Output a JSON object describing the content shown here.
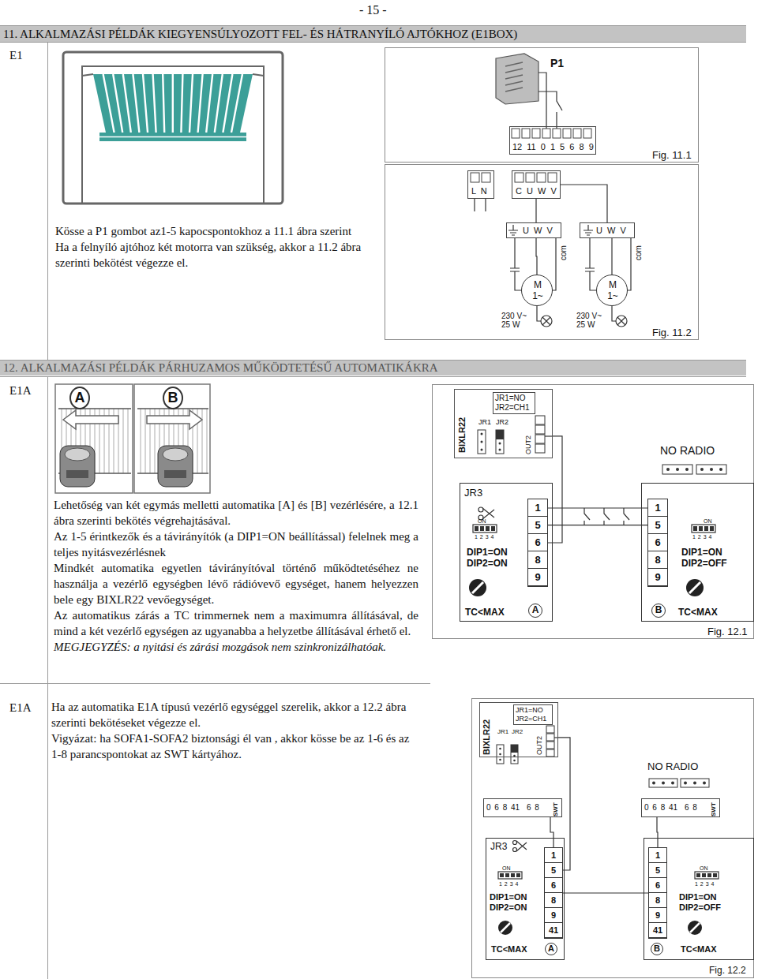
{
  "diagram": {
    "nodes": [
      {
        "text": [
          "11. ALKALMAZÁSI PÉLDÁK KIEGYENSÚLYOZOTT FEL- ÉS HÁTRANYÍLÓ AJTÓKHOZ (E1BOX)"
        ]
      },
      {
        "text": [
          "Fig. 11.1"
        ]
      },
      {
        "text": [
          "12 11 0 1 5 6 8 9"
        ],
        "in": 1
      },
      {
        "text": [
          "Fig. 11.2"
        ]
      },
      {
        "text": [
          "L N"
        ],
        "in": 3
      },
      {
        "text": [
          "C U W V"
        ],
        "in": 3
      },
      {
        "text": [
          "U W V"
        ],
        "in": 3
      },
      {
        "text": [
          "M 1~"
        ],
        "in": 3
      },
      {
        "text": [
          "U W V"
        ],
        "in": 3
      },
      {
        "text": [
          "M 1~"
        ],
        "in": 3
      },
      {
        "text": [
          "12. ALKALMAZÁSI PÉLDÁK PÁRHUZAMOS MŰKÖDTETÉSŰ AUTOMATIKÁKRA"
        ]
      },
      {
        "text": [
          "A"
        ]
      },
      {
        "text": [
          "B"
        ]
      },
      {
        "text": [
          "Fig. 12.1"
        ]
      },
      {
        "text": [
          "BIXLR22",
          "JR1=NO JR2=CH1",
          "JR1",
          "JR2",
          "OUT2"
        ],
        "in": 13
      },
      {
        "text": [
          "JR3",
          "ON",
          "1 2 3 4",
          "DIP1=ON DIP2=ON",
          "TC<MAX",
          "A"
        ],
        "in": 13
      },
      {
        "text": [
          "1 5 6 8 9"
        ],
        "in": 15
      },
      {
        "text": [
          "ON",
          "1 2 3 4",
          "DIP1=ON DIP2=OFF",
          "TC<MAX",
          "B"
        ],
        "in": 13
      },
      {
        "text": [
          "1 5 6 8 9"
        ],
        "in": 17
      },
      {
        "text": [
          "Fig. 12.2"
        ]
      },
      {
        "text": [
          "BIXLR22",
          "JR1=NO JR2=CH1",
          "JR1",
          "JR2",
          "OUT2"
        ],
        "in": 19
      },
      {
        "text": [
          "0 6 8 41",
          "6 8",
          "SWT"
        ],
        "in": 19
      },
      {
        "text": [
          "0 6 8 41",
          "6 8",
          "SWT"
        ],
        "in": 19
      },
      {
        "text": [
          "JR3",
          "ON",
          "1 2 3 4",
          "DIP1=ON DIP2=ON",
          "TC<MAX",
          "A"
        ],
        "in": 19
      },
      {
        "text": [
          "1 5 6 8 9 41"
        ],
        "in": 23
      },
      {
        "text": [
          "ON",
          "1 2 3 4",
          "DIP1=ON DIP2=OFF",
          "TC<MAX",
          "B"
        ],
        "in": 19
      },
      {
        "text": [
          "1 5 6 8 9 41"
        ],
        "in": 25
      }
    ],
    "edges": [
      {
        "from": 5,
        "to": 6,
        "arrow": "none"
      },
      {
        "from": 5,
        "to": 8,
        "arrow": "none"
      },
      {
        "from": 6,
        "to": 7,
        "arrow": "none"
      },
      {
        "from": 8,
        "to": 9,
        "arrow": "none"
      },
      {
        "from": 14,
        "to": 16,
        "arrow": "none"
      },
      {
        "from": 16,
        "to": 18,
        "arrow": "none"
      },
      {
        "from": 16,
        "to": 18,
        "arrow": "none"
      },
      {
        "from": 20,
        "to": 24,
        "arrow": "none"
      },
      {
        "from": 21,
        "to": 24,
        "arrow": "none"
      },
      {
        "from": 22,
        "to": 26,
        "arrow": "none"
      },
      {
        "from": 24,
        "to": 26,
        "arrow": "none"
      }
    ],
    "labels": [
      "- 15 -",
      "E1",
      "Kösse a P1 gombot az1-5 kapocspontokhoz a 11.1 ábra szerint",
      "Ha a felnyíló ajtóhoz két motorra van szükség, akkor a 11.2 ábra szerinti bekötést végezze el.",
      "P1",
      "com",
      "com",
      "230 V~ 25 W",
      "230 V~ 25 W",
      "E1A",
      "Lehetőség van két egymás melletti automatika [A] és [B] vezérlésére, a 12.1 ábra szerinti bekötés végrehajtásával.",
      "Az 1-5 érintkezők és a távirányítók (a DIP1=ON beállítással) felelnek meg a teljes nyitásvezérlésnek",
      "Mindkét automatika egyetlen távirányítóval történő működtetéséhez ne használja a vezérlő egységben lévő rádióvevő egységet, hanem helyezzen bele egy BIXLR22 vevőegységet.",
      "Az automatikus zárás a TC trimmernek nem a maximumra állításával, de mind a két vezérlő egységen az ugyanabba a helyzetbe állításával érhető el.",
      "MEGJEGYZÉS: a nyitási és zárási mozgások nem szinkronizálhatóak.",
      "NO RADIO",
      "E1A",
      "Ha az automatika E1A típusú vezérlő egységgel szerelik, akkor a 12.2 ábra szerinti bekötéseket végezze el.",
      "Vigyázat: ha SOFA1-SOFA2 biztonsági él van , akkor kösse be az 1-6 és az 1-8 parancspontokat az SWT kártyához.",
      "NO RADIO"
    ]
  }
}
